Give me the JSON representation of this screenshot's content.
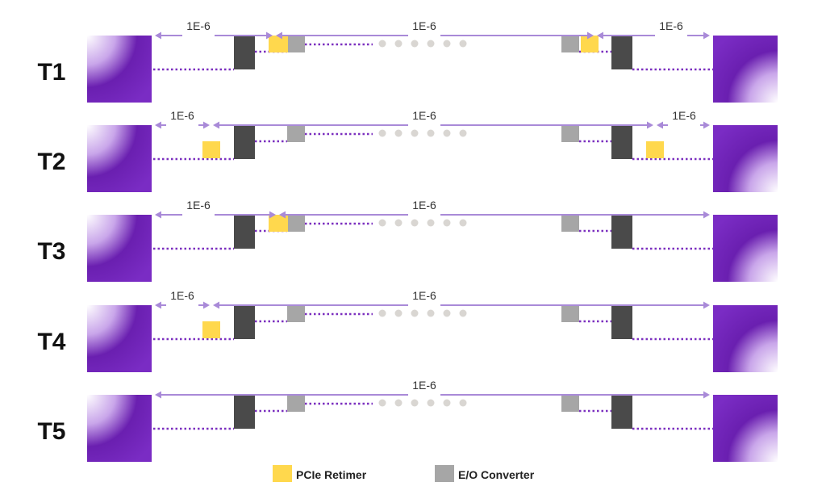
{
  "diagram": {
    "rows": [
      {
        "id": "T1",
        "label": "T1",
        "link_labels": [
          "1E-6",
          "1E-6",
          "1E-6"
        ],
        "retimers": [
          "inner-left",
          "inner-right"
        ]
      },
      {
        "id": "T2",
        "label": "T2",
        "link_labels": [
          "1E-6",
          "1E-6",
          "1E-6"
        ],
        "retimers": [
          "outer-left",
          "outer-right"
        ]
      },
      {
        "id": "T3",
        "label": "T3",
        "link_labels": [
          "1E-6",
          "1E-6"
        ],
        "retimers": [
          "inner-left"
        ]
      },
      {
        "id": "T4",
        "label": "T4",
        "link_labels": [
          "1E-6",
          "1E-6"
        ],
        "retimers": [
          "outer-left"
        ]
      },
      {
        "id": "T5",
        "label": "T5",
        "link_labels": [
          "1E-6"
        ],
        "retimers": []
      }
    ],
    "legend": [
      {
        "label": "PCIe Retimer",
        "color": "#ffd84d"
      },
      {
        "label": "E/O Converter",
        "color": "#a6a6a6"
      }
    ],
    "colors": {
      "arrow": "#a98ad8",
      "dotted_link": "#7b2fbf",
      "retimer": "#ffd84d",
      "eo_converter": "#a6a6a6",
      "switch_block": "#4a4a4a",
      "dots": "#d9d6d2",
      "node_dark": "#6a1fb0",
      "node_light": "#ffffff",
      "row_label": "#111111"
    },
    "icons": {
      "node": "purple-gradient-square-icon",
      "arrow": "double-headed-arrow-icon"
    }
  }
}
